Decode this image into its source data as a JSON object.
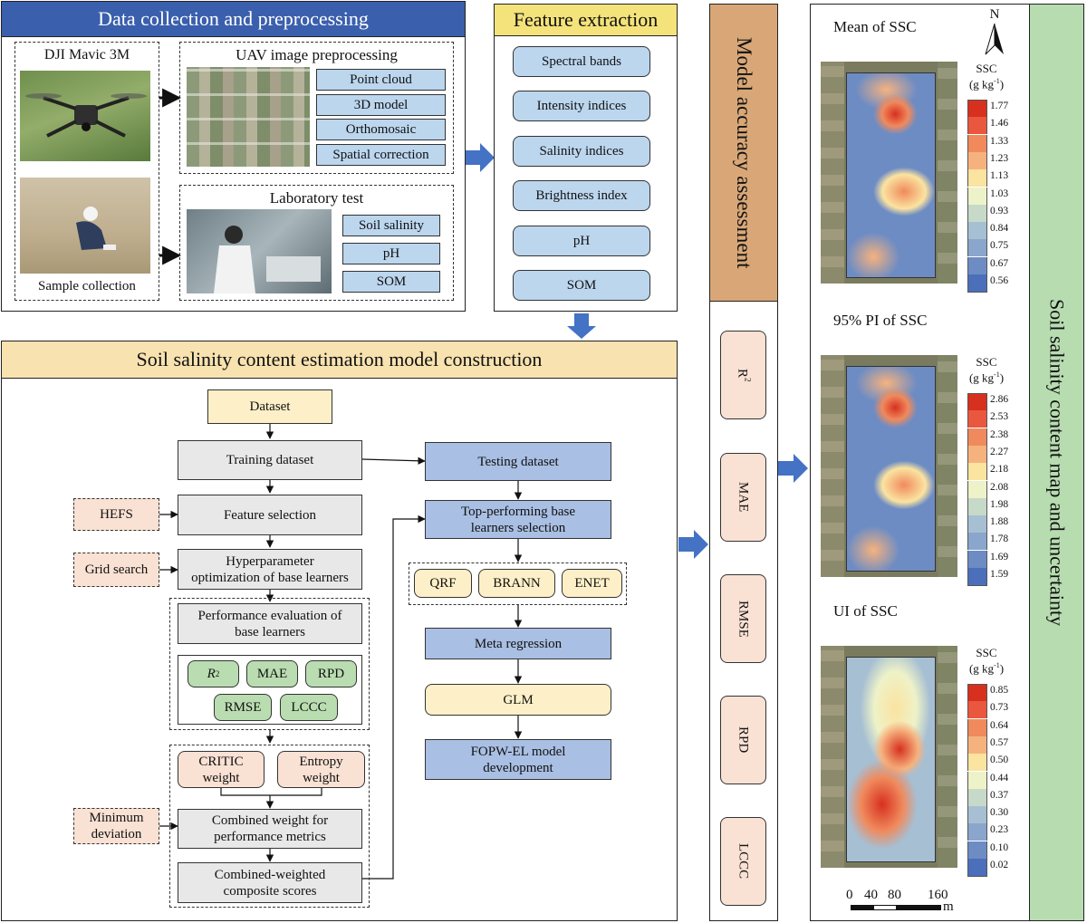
{
  "data_collection": {
    "title": "Data collection and preprocessing",
    "drone_label": "DJI Mavic 3M",
    "sample_label": "Sample collection",
    "uav_title": "UAV image preprocessing",
    "uav_steps": [
      "Point cloud",
      "3D model",
      "Orthomosaic",
      "Spatial correction"
    ],
    "lab_title": "Laboratory test",
    "lab_items": [
      "Soil salinity",
      "pH",
      "SOM"
    ]
  },
  "feature_extraction": {
    "title": "Feature extraction",
    "items": [
      "Spectral bands",
      "Intensity indices",
      "Salinity indices",
      "Brightness index",
      "pH",
      "SOM"
    ]
  },
  "model_construction": {
    "title": "Soil salinity content estimation model construction",
    "dataset": "Dataset",
    "training": "Training dataset",
    "testing": "Testing dataset",
    "feature_selection": "Feature selection",
    "hefs": "HEFS",
    "hyper_l1": "Hyperparameter",
    "hyper_l2": "optimization of base learners",
    "grid_search": "Grid search",
    "perf_l1": "Performance evaluation of",
    "perf_l2": "base learners",
    "metric_r2_base": "R",
    "metric_r2_sup": "2",
    "metric_mae": "MAE",
    "metric_rpd": "RPD",
    "metric_rmse": "RMSE",
    "metric_lccc": "LCCC",
    "critic_l1": "CRITIC",
    "critic_l2": "weight",
    "entropy_l1": "Entropy",
    "entropy_l2": "weight",
    "mindev_l1": "Minimum",
    "mindev_l2": "deviation",
    "combined_l1": "Combined weight for",
    "combined_l2": "performance metrics",
    "cws_l1": "Combined-weighted",
    "cws_l2": "composite scores",
    "top_l1": "Top-performing base",
    "top_l2": "learners selection",
    "learners": [
      "QRF",
      "BRANN",
      "ENET"
    ],
    "meta": "Meta regression",
    "glm": "GLM",
    "fopw_l1": "FOPW-EL model",
    "fopw_l2": "development"
  },
  "accuracy": {
    "title": "Model accuracy assessment",
    "r2_base": "R",
    "r2_sup": "2",
    "items": [
      "MAE",
      "RMSE",
      "RPD",
      "LCCC"
    ]
  },
  "maps": {
    "side_title": "Soil salinity content map and uncertainty",
    "north": "N",
    "unit_a": "SSC",
    "unit_b": "(g kg",
    "unit_sup": "-1",
    "unit_c": ")",
    "panels": [
      {
        "title": "Mean of SSC",
        "values": [
          "1.77",
          "1.46",
          "1.33",
          "1.23",
          "1.13",
          "1.03",
          "0.93",
          "0.84",
          "0.75",
          "0.67",
          "0.56"
        ]
      },
      {
        "title": "95% PI of SSC",
        "values": [
          "2.86",
          "2.53",
          "2.38",
          "2.27",
          "2.18",
          "2.08",
          "1.98",
          "1.88",
          "1.78",
          "1.69",
          "1.59"
        ]
      },
      {
        "title": "UI of SSC",
        "values": [
          "0.85",
          "0.73",
          "0.64",
          "0.57",
          "0.50",
          "0.44",
          "0.37",
          "0.30",
          "0.23",
          "0.10",
          "0.02"
        ]
      }
    ],
    "scale_ticks": [
      "0",
      "40",
      "80",
      "160"
    ],
    "scale_unit": "m",
    "ramp": [
      "#d7301f",
      "#e9573f",
      "#f08a5d",
      "#f6b27e",
      "#fbe3a0",
      "#eef2c8",
      "#c7d9c8",
      "#a6bfd3",
      "#8aa6cc",
      "#6d8cc4",
      "#4b6fba"
    ]
  }
}
